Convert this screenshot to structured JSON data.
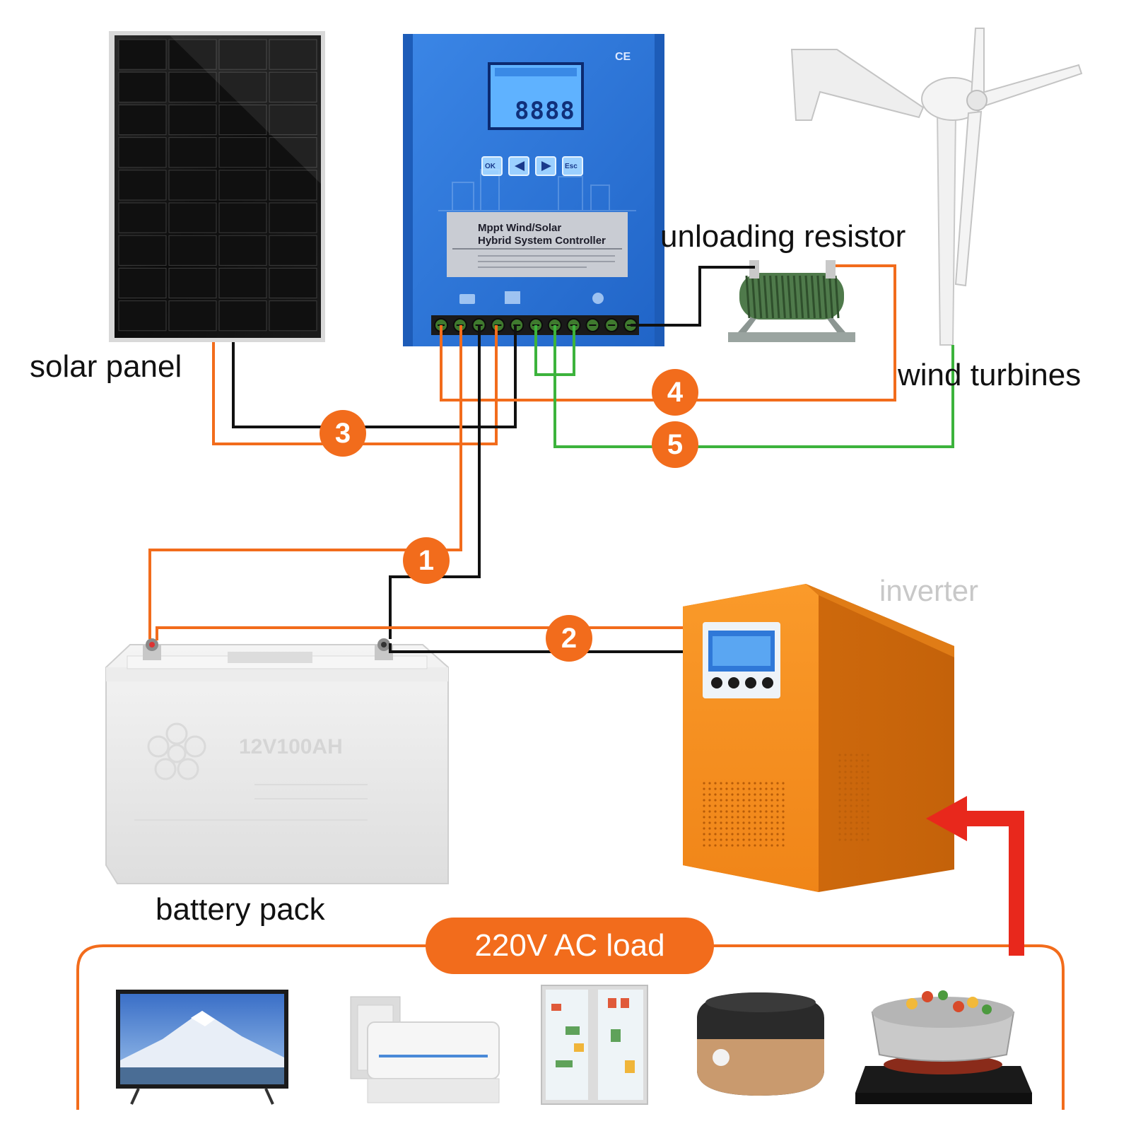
{
  "labels": {
    "solar_panel": "solar panel",
    "unloading_resistor": "unloading resistor",
    "wind_turbines": "wind turbines",
    "battery_pack": "battery pack",
    "inverter": "inverter",
    "ac_load": "220V AC load"
  },
  "connections": [
    "1",
    "2",
    "3",
    "4",
    "5"
  ],
  "controller": {
    "title_line1": "Mppt Wind/Solar",
    "title_line2": "Hybrid System Controller",
    "display": "8888",
    "mark": "CE",
    "buttons": [
      "OK",
      "Esc"
    ]
  },
  "battery": {
    "rating": "12V100AH"
  },
  "loads": [
    "television-icon",
    "air-conditioner-icon",
    "refrigerator-icon",
    "rice-cooker-icon",
    "induction-cooker-icon"
  ],
  "colors": {
    "wire_positive": "#f26c1c",
    "wire_negative": "#111111",
    "wire_ac": "#3cb33c",
    "badge": "#f26c1c",
    "controller_blue": "#2f78d8",
    "inverter_orange": "#f28a1e",
    "arrow_red": "#e8281c"
  }
}
